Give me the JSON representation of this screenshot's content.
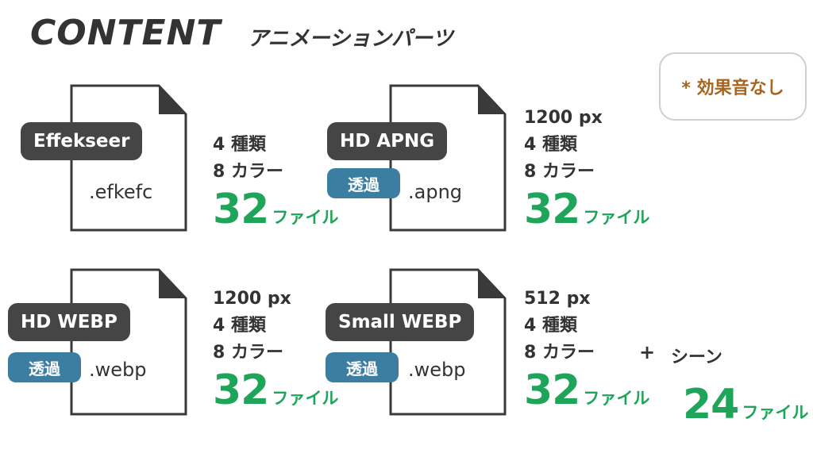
{
  "header": {
    "title": "CONTENT",
    "subtitle": "アニメーションパーツ"
  },
  "note": "* 効果音なし",
  "items": [
    {
      "name": "Effekseer",
      "ext": ".efkefc",
      "badge": "",
      "specs": [
        "4 種類",
        "8 カラー"
      ],
      "count": "32",
      "unit": "ファイル"
    },
    {
      "name": "HD APNG",
      "ext": ".apng",
      "badge": "透過",
      "specs": [
        "1200 px",
        "4 種類",
        "8 カラー"
      ],
      "count": "32",
      "unit": "ファイル"
    },
    {
      "name": "HD WEBP",
      "ext": ".webp",
      "badge": "透過",
      "specs": [
        "1200 px",
        "4 種類",
        "8 カラー"
      ],
      "count": "32",
      "unit": "ファイル"
    },
    {
      "name": "Small WEBP",
      "ext": ".webp",
      "badge": "透過",
      "specs": [
        "512 px",
        "4 種類",
        "8 カラー"
      ],
      "count": "32",
      "unit": "ファイル"
    }
  ],
  "extra": {
    "plus": "+",
    "label": "シーン",
    "count": "24",
    "unit": "ファイル"
  },
  "colors": {
    "accent_green": "#1fa55a",
    "badge_blue": "#3b7ea1",
    "label_dark": "#454545",
    "note_orange": "#a8651e"
  },
  "icons": {
    "file": "document-icon"
  }
}
